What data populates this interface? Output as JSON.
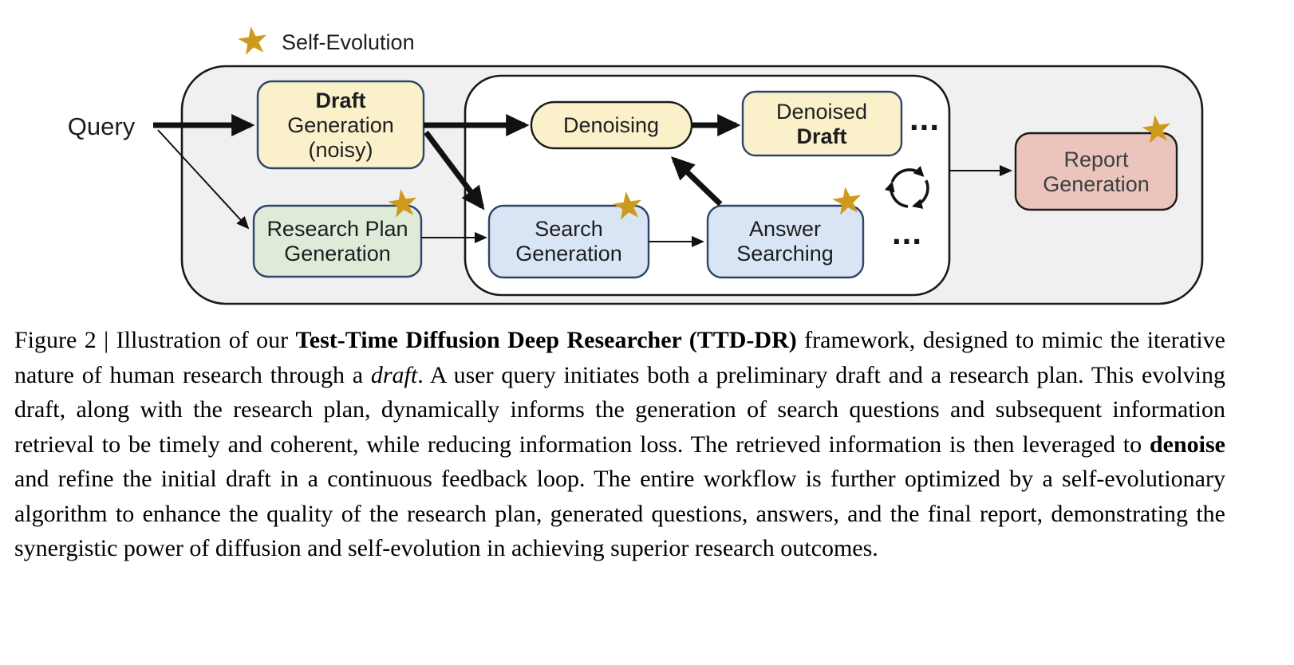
{
  "diagram": {
    "legend_label": "Self-Evolution",
    "query_label": "Query",
    "nodes": {
      "draft_generation": {
        "line1": "Draft",
        "line2": "Generation",
        "line3": "(noisy)"
      },
      "research_plan_generation": {
        "line1": "Research Plan",
        "line2": "Generation"
      },
      "denoising": {
        "label": "Denoising"
      },
      "denoised_draft": {
        "line1": "Denoised",
        "line2": "Draft"
      },
      "search_generation": {
        "line1": "Search",
        "line2": "Generation"
      },
      "answer_searching": {
        "line1": "Answer",
        "line2": "Searching"
      },
      "report_generation": {
        "line1": "Report",
        "line2": "Generation"
      }
    },
    "ellipsis_top": "...",
    "ellipsis_bottom": "...",
    "colors": {
      "yellow_fill": "#FAF0C9",
      "green_fill": "#DFEBD9",
      "blue_fill": "#D9E5F4",
      "pink_fill": "#EBC4BC",
      "navy_border": "#2E4468",
      "ink_border": "#1A1A1A",
      "container_gray": "#F0F0F1",
      "container_white": "#FFFFFF",
      "star_gold": "#CE9A1E",
      "text_dark": "#1D1E20",
      "report_text": "#3C4043"
    }
  },
  "caption": {
    "segments": [
      {
        "t": "Figure 2 | Illustration of our "
      },
      {
        "t": "Test-Time Diffusion Deep Researcher (TTD-DR)"
      },
      {
        "t": " framework, designed to mimic the iterative nature of human research through a "
      },
      {
        "t": "draft"
      },
      {
        "t": ". A user query initiates both a preliminary draft and a research plan. This evolving draft, along with the research plan, dynamically informs the generation of search questions and subsequent information retrieval to be timely and coherent, while reducing information loss. The retrieved information is then leveraged to "
      },
      {
        "t": "denoise"
      },
      {
        "t": " and refine the initial draft in a continuous feedback loop. The entire workflow is further optimized by a self-evolutionary algorithm to enhance the quality of the research plan, generated questions, answers, and the final report, demonstrating the synergistic power of diffusion and self-evolution in achieving superior research outcomes."
      }
    ]
  }
}
